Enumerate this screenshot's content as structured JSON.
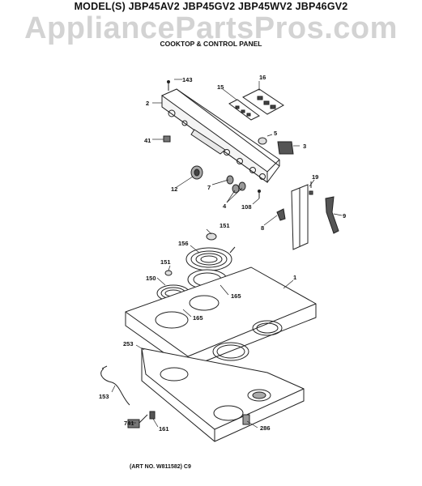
{
  "header": {
    "models": "MODEL(S) JBP45AV2  JBP45GV2  JBP45WV2  JBP46GV2",
    "watermark": "AppliancePartsPros.com",
    "subtitle": "COOKTOP & CONTROL PANEL"
  },
  "callouts": {
    "c143": "143",
    "c16": "16",
    "c15": "15",
    "c2": "2",
    "c5": "5",
    "c3": "3",
    "c41": "41",
    "c19": "19",
    "c12": "12",
    "c7": "7",
    "c4": "4",
    "c108": "108",
    "c9": "9",
    "c8": "8",
    "c151a": "151",
    "c156": "156",
    "c151b": "151",
    "c1": "1",
    "c150": "150",
    "c165a": "165",
    "c165b": "165",
    "c253": "253",
    "c153": "153",
    "c741": "741",
    "c161": "161",
    "c286": "286"
  },
  "footer": {
    "art_no": "(ART NO. W811582)  C9"
  }
}
